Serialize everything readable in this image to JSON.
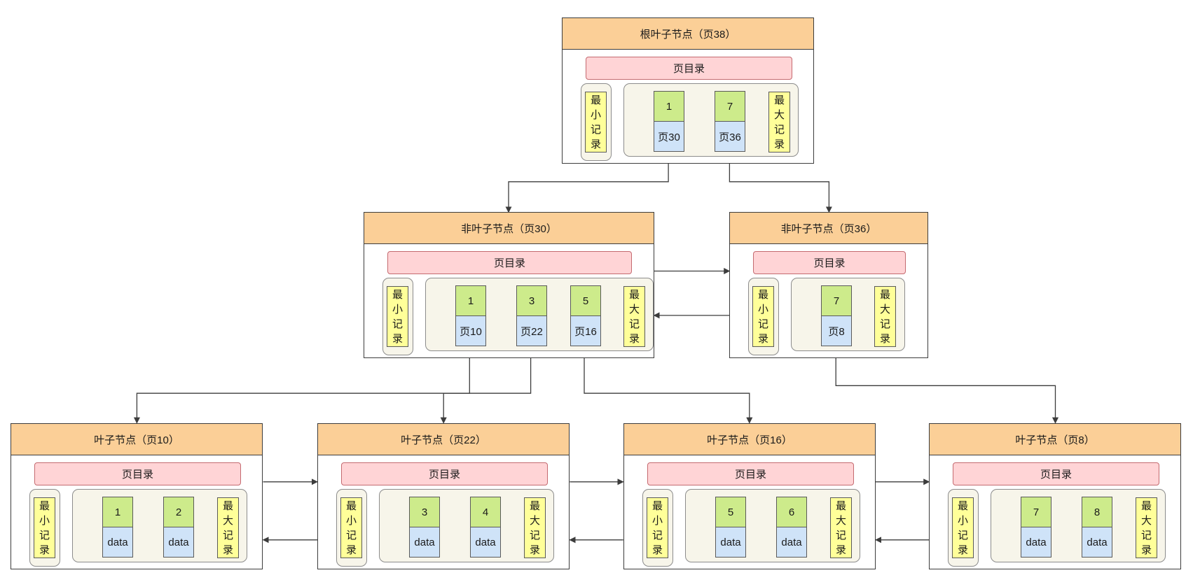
{
  "labels": {
    "page_directory": "页目录",
    "min_record": [
      "最",
      "小",
      "记",
      "录"
    ],
    "max_record": [
      "最",
      "大",
      "记",
      "录"
    ]
  },
  "nodes": [
    {
      "id": "p38",
      "level": "root",
      "title": "根叶子节点（页38）",
      "records": [
        {
          "key": "1",
          "value": "页30"
        },
        {
          "key": "7",
          "value": "页36"
        }
      ]
    },
    {
      "id": "p30",
      "level": "inner",
      "title": "非叶子节点（页30）",
      "records": [
        {
          "key": "1",
          "value": "页10"
        },
        {
          "key": "3",
          "value": "页22"
        },
        {
          "key": "5",
          "value": "页16"
        }
      ]
    },
    {
      "id": "p36",
      "level": "inner",
      "title": "非叶子节点（页36）",
      "records": [
        {
          "key": "7",
          "value": "页8"
        }
      ]
    },
    {
      "id": "p10",
      "level": "leaf",
      "title": "叶子节点（页10）",
      "records": [
        {
          "key": "1",
          "value": "data"
        },
        {
          "key": "2",
          "value": "data"
        }
      ]
    },
    {
      "id": "p22",
      "level": "leaf",
      "title": "叶子节点（页22）",
      "records": [
        {
          "key": "3",
          "value": "data"
        },
        {
          "key": "4",
          "value": "data"
        }
      ]
    },
    {
      "id": "p16",
      "level": "leaf",
      "title": "叶子节点（页16）",
      "records": [
        {
          "key": "5",
          "value": "data"
        },
        {
          "key": "6",
          "value": "data"
        }
      ]
    },
    {
      "id": "p8",
      "level": "leaf",
      "title": "叶子节点（页8）",
      "records": [
        {
          "key": "7",
          "value": "data"
        },
        {
          "key": "8",
          "value": "data"
        }
      ]
    }
  ],
  "pointers": [
    {
      "from": "p38",
      "record": 0,
      "to": "p30"
    },
    {
      "from": "p38",
      "record": 1,
      "to": "p36"
    },
    {
      "from": "p30",
      "record": 0,
      "to": "p10"
    },
    {
      "from": "p30",
      "record": 1,
      "to": "p22"
    },
    {
      "from": "p30",
      "record": 2,
      "to": "p16"
    },
    {
      "from": "p36",
      "record": 0,
      "to": "p8"
    }
  ],
  "sibling_links": [
    {
      "from": "p30",
      "to": "p36"
    },
    {
      "from": "p36",
      "to": "p30"
    },
    {
      "from": "p10",
      "to": "p22"
    },
    {
      "from": "p22",
      "to": "p10"
    },
    {
      "from": "p22",
      "to": "p16"
    },
    {
      "from": "p16",
      "to": "p22"
    },
    {
      "from": "p16",
      "to": "p8"
    },
    {
      "from": "p8",
      "to": "p16"
    }
  ],
  "colors": {
    "header": "#fbcf97",
    "page_directory": "#ffd4d6",
    "boundary_record": "#ffff99",
    "key": "#cdeb8b",
    "value": "#cfe3f8",
    "record_frame": "#f7f5ea",
    "line": "#3c3c3c"
  }
}
